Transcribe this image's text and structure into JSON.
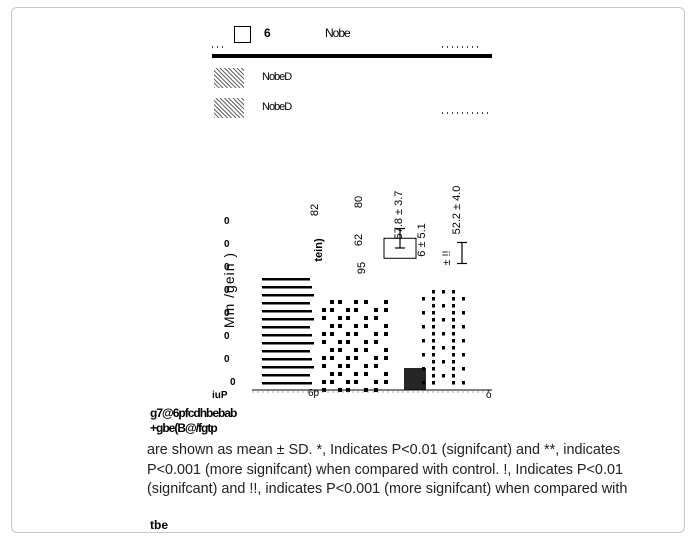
{
  "figure": {
    "legend": {
      "col1_label": "6",
      "col2_label": "Nobe",
      "row1_label": "NobeD",
      "row2_label": "NobeD"
    },
    "caption": {
      "title": "g7@6pfcdhbebab",
      "subtitle": "+gbe(B@/fgtp",
      "body": "are shown as mean ± SD. *, Indicates P<0.01 (signifcant) and **, indicates P<0.001 (more signifcant) when compared with control. !, Indicates P<0.01 (signifcant) and !!, indicates P<0.001 (more signifcant) when compared with",
      "last": "tbe"
    }
  },
  "chart_data": {
    "type": "bar",
    "ylabel": "Mm /gein )",
    "ylabel_inner": "tein)",
    "yticks": [
      "0",
      "0",
      "0",
      "0",
      "0",
      "0",
      "0",
      "0"
    ],
    "x_axis_left_label": "iuP",
    "x_axis_mid_label": "6p",
    "x_axis_right_label": "ò",
    "annotations": [
      {
        "text": "82",
        "value": 82
      },
      {
        "text": "80",
        "value": 80
      },
      {
        "text": "62",
        "value": 62
      },
      {
        "text": "95",
        "value": 95
      },
      {
        "text": "57.8 ± 3.7"
      },
      {
        "text": "52.2 ± 4.0"
      },
      {
        "text": "6 ± 5.1"
      },
      {
        "text": "± !!"
      }
    ],
    "series": [
      {
        "values": [
          57.8,
          52.2
        ]
      }
    ],
    "errors": [
      3.7,
      4.0
    ],
    "sig_markers": [
      "*",
      "**",
      "!",
      "!!"
    ]
  }
}
